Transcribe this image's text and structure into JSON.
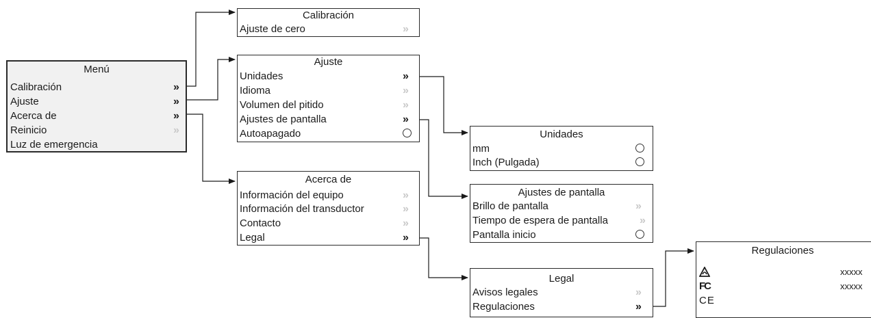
{
  "menu": {
    "title": "Menú",
    "items": [
      {
        "label": "Calibración",
        "arrow": "»"
      },
      {
        "label": "Ajuste",
        "arrow": "»"
      },
      {
        "label": "Acerca de",
        "arrow": "»"
      },
      {
        "label": "Reinicio",
        "arrow": "»"
      },
      {
        "label": "Luz de emergencia",
        "arrow": ""
      }
    ]
  },
  "calibracion": {
    "title": "Calibración",
    "items": [
      {
        "label": "Ajuste de cero",
        "arrow": "»"
      }
    ]
  },
  "ajuste": {
    "title": "Ajuste",
    "items": [
      {
        "label": "Unidades",
        "arrow": "»"
      },
      {
        "label": "Idioma",
        "arrow": "»"
      },
      {
        "label": "Volumen del pitido",
        "arrow": "»"
      },
      {
        "label": "Ajustes de pantalla",
        "arrow": "»"
      },
      {
        "label": "Autoapagado",
        "arrow": ""
      }
    ]
  },
  "acerca": {
    "title": "Acerca de",
    "items": [
      {
        "label": "Información del equipo",
        "arrow": "»"
      },
      {
        "label": "Información del transductor",
        "arrow": "»"
      },
      {
        "label": "Contacto",
        "arrow": "»"
      },
      {
        "label": "Legal",
        "arrow": "»"
      }
    ]
  },
  "unidades": {
    "title": "Unidades",
    "items": [
      {
        "label": "mm"
      },
      {
        "label": "Inch (Pulgada)"
      }
    ]
  },
  "pantalla": {
    "title": "Ajustes de pantalla",
    "items": [
      {
        "label": "Brillo de pantalla",
        "arrow": "»"
      },
      {
        "label": "Tiempo de espera de pantalla",
        "arrow": "»"
      },
      {
        "label": "Pantalla inicio",
        "arrow": ""
      }
    ]
  },
  "legal": {
    "title": "Legal",
    "items": [
      {
        "label": "Avisos legales",
        "arrow": "»"
      },
      {
        "label": "Regulaciones",
        "arrow": "»"
      }
    ]
  },
  "regulaciones": {
    "title": "Regulaciones",
    "items": [
      {
        "icon": "rcm-icon",
        "glyph": "",
        "value": "xxxxx"
      },
      {
        "icon": "fcc-icon",
        "glyph": "FC",
        "value": "xxxxx"
      },
      {
        "icon": "ce-icon",
        "glyph": "CE",
        "value": ""
      }
    ]
  }
}
